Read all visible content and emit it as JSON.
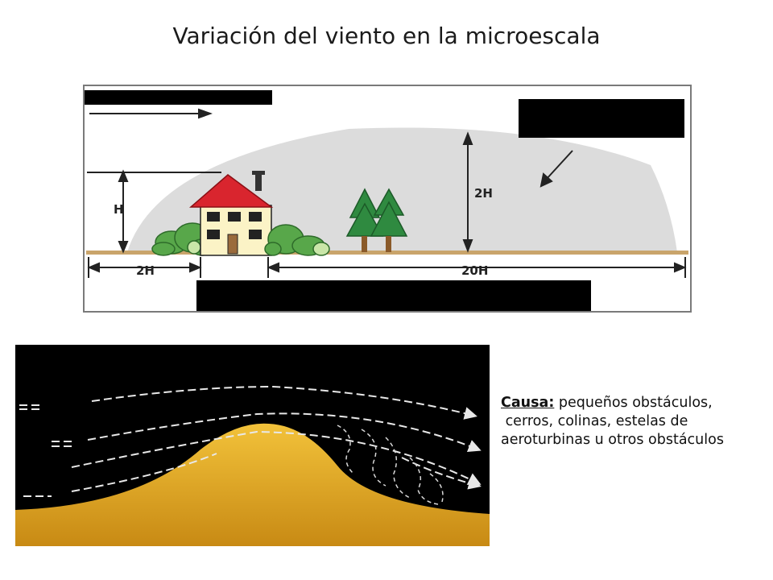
{
  "slide": {
    "title": "Variación del viento en la microescala"
  },
  "top_diagram": {
    "label_h": "H",
    "label_2h_vertical": "2H",
    "label_2h_horizontal": "2H",
    "label_20h": "20H"
  },
  "cause": {
    "label": "Causa:",
    "line1": " pequeños obstáculos,",
    "line2": " cerros, colinas, estelas de",
    "line3": "aeroturbinas u otros obstáculos"
  },
  "colors": {
    "roof": "#d9252e",
    "house_wall": "#fbf3c6",
    "ground_line": "#c9a46b",
    "shrub": "#58a74a",
    "tree": "#2f8a40",
    "wake_zone": "#dcdcdc",
    "hill": "#e0aa28",
    "night_background": "#000000"
  }
}
